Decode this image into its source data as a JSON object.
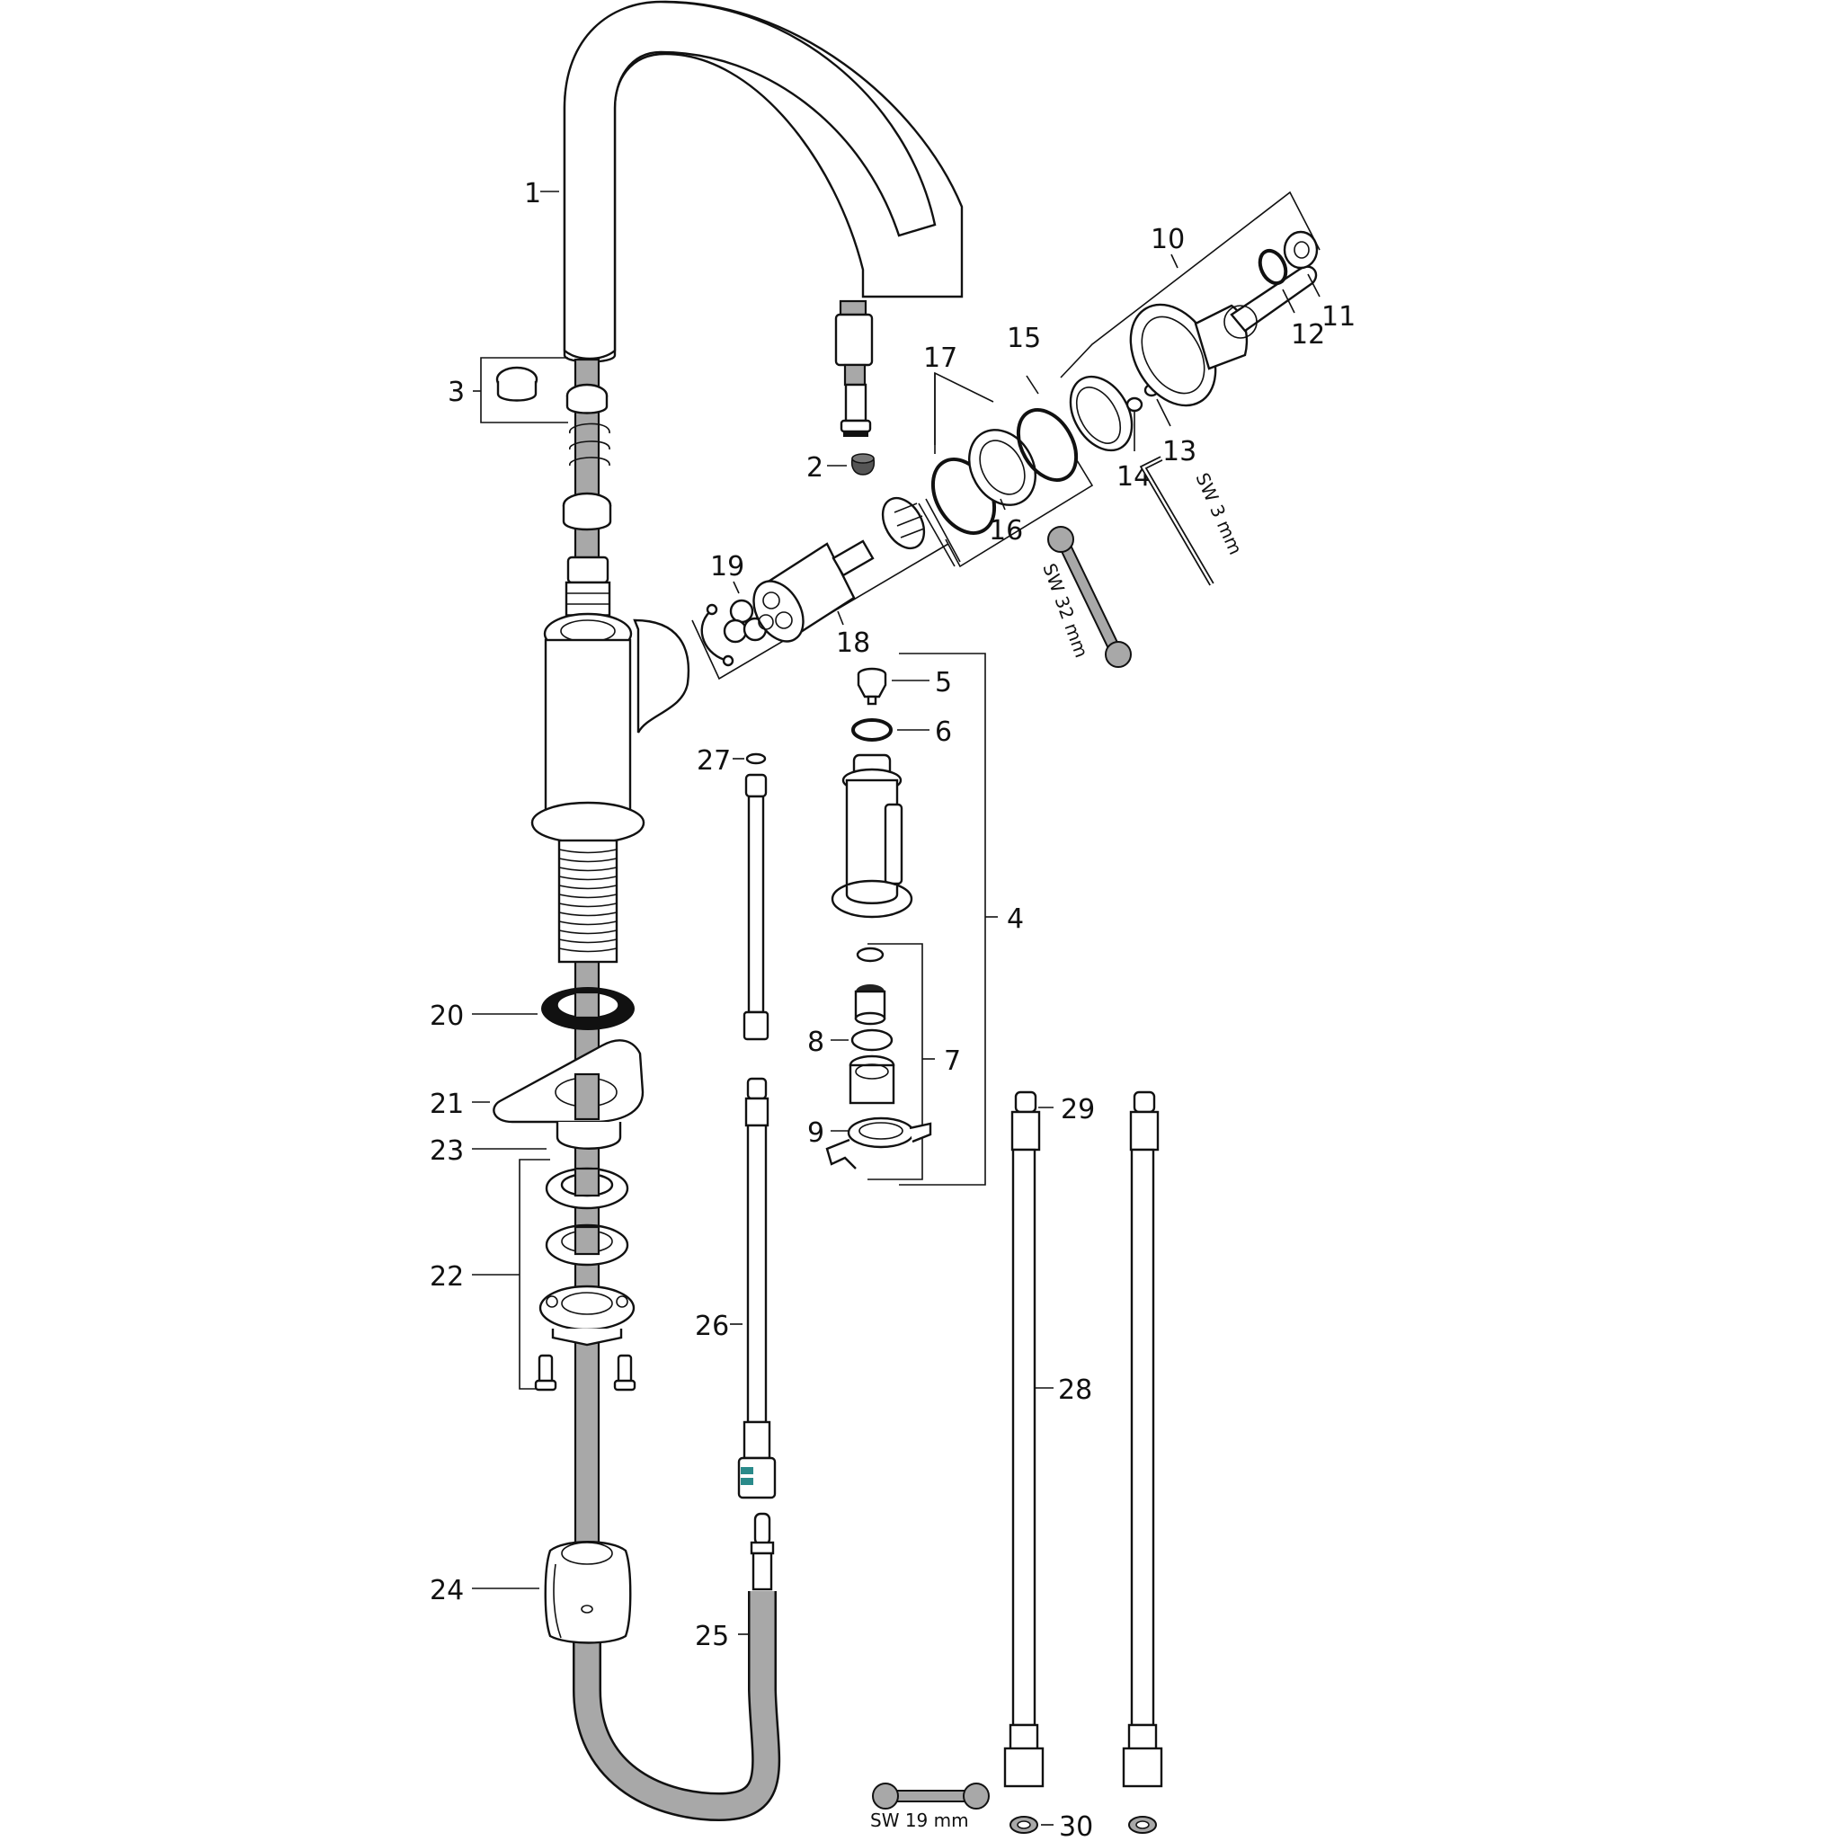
{
  "diagram": {
    "type": "exploded-parts-view",
    "subject": "pull-out kitchen faucet",
    "colors": {
      "line": "#111111",
      "hose": "#a8a8a8",
      "connector_accent": "#2a8a8a",
      "background": "#ffffff"
    },
    "labels": [
      {
        "id": "1",
        "text": "1"
      },
      {
        "id": "2",
        "text": "2"
      },
      {
        "id": "3",
        "text": "3"
      },
      {
        "id": "4",
        "text": "4"
      },
      {
        "id": "5",
        "text": "5"
      },
      {
        "id": "6",
        "text": "6"
      },
      {
        "id": "7",
        "text": "7"
      },
      {
        "id": "8",
        "text": "8"
      },
      {
        "id": "9",
        "text": "9"
      },
      {
        "id": "10",
        "text": "10"
      },
      {
        "id": "11",
        "text": "11"
      },
      {
        "id": "12",
        "text": "12"
      },
      {
        "id": "13",
        "text": "13"
      },
      {
        "id": "14",
        "text": "14"
      },
      {
        "id": "15",
        "text": "15"
      },
      {
        "id": "16",
        "text": "16"
      },
      {
        "id": "17",
        "text": "17"
      },
      {
        "id": "18",
        "text": "18"
      },
      {
        "id": "19",
        "text": "19"
      },
      {
        "id": "20",
        "text": "20"
      },
      {
        "id": "21",
        "text": "21"
      },
      {
        "id": "22",
        "text": "22"
      },
      {
        "id": "23",
        "text": "23"
      },
      {
        "id": "24",
        "text": "24"
      },
      {
        "id": "25",
        "text": "25"
      },
      {
        "id": "26",
        "text": "26"
      },
      {
        "id": "27",
        "text": "27"
      },
      {
        "id": "28",
        "text": "28"
      },
      {
        "id": "29",
        "text": "29"
      },
      {
        "id": "30",
        "text": "30"
      }
    ],
    "tools": [
      {
        "id": "hex-key",
        "text": "SW 3 mm"
      },
      {
        "id": "wrench-32",
        "text": "SW 32 mm"
      },
      {
        "id": "wrench-19",
        "text": "SW 19 mm"
      }
    ]
  }
}
